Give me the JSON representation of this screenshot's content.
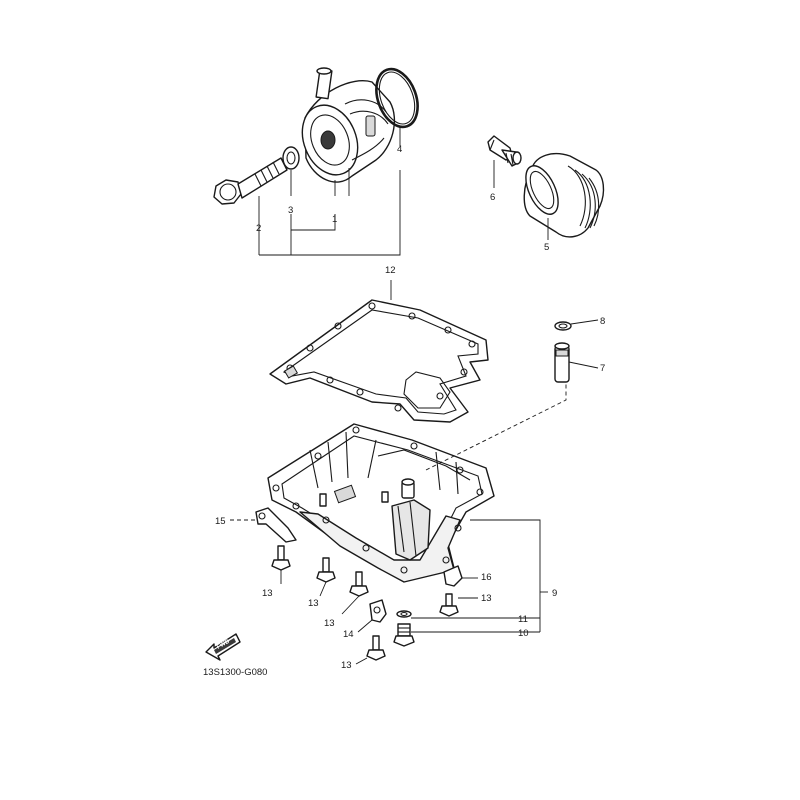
{
  "diagram_code": "13S1300-G080",
  "fwd_label": "FWD",
  "callouts": {
    "c1": "1",
    "c2": "2",
    "c3": "3",
    "c4": "4",
    "c5": "5",
    "c6": "6",
    "c7": "7",
    "c8": "8",
    "c9": "9",
    "c10": "10",
    "c11": "11",
    "c12": "12",
    "c13a": "13",
    "c13b": "13",
    "c13c": "13",
    "c13d": "13",
    "c13e": "13",
    "c14": "14",
    "c15": "15",
    "c16": "16"
  }
}
